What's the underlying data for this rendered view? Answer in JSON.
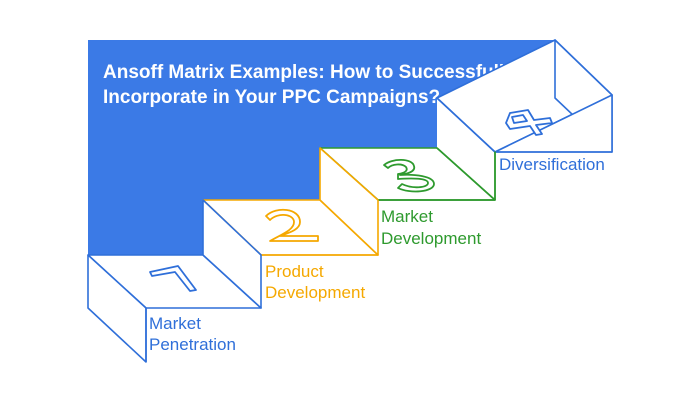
{
  "title": {
    "line1": "Ansoff Matrix Examples: How to Successfully",
    "line2": "Incorporate in Your PPC Campaigns?"
  },
  "colors": {
    "background_panel": "#3b7ae6",
    "step_blue": "#2f6fd9",
    "step_orange": "#f5a800",
    "step_green": "#2e9a2e",
    "white": "#ffffff"
  },
  "steps": [
    {
      "number": "1",
      "label_line1": "Market",
      "label_line2": "Penetration",
      "color": "#2f6fd9"
    },
    {
      "number": "2",
      "label_line1": "Product",
      "label_line2": "Development",
      "color": "#f5a800"
    },
    {
      "number": "3",
      "label_line1": "Market",
      "label_line2": "Development",
      "color": "#2e9a2e"
    },
    {
      "number": "4",
      "label_line1": "Diversification",
      "label_line2": "",
      "color": "#2f6fd9"
    }
  ]
}
